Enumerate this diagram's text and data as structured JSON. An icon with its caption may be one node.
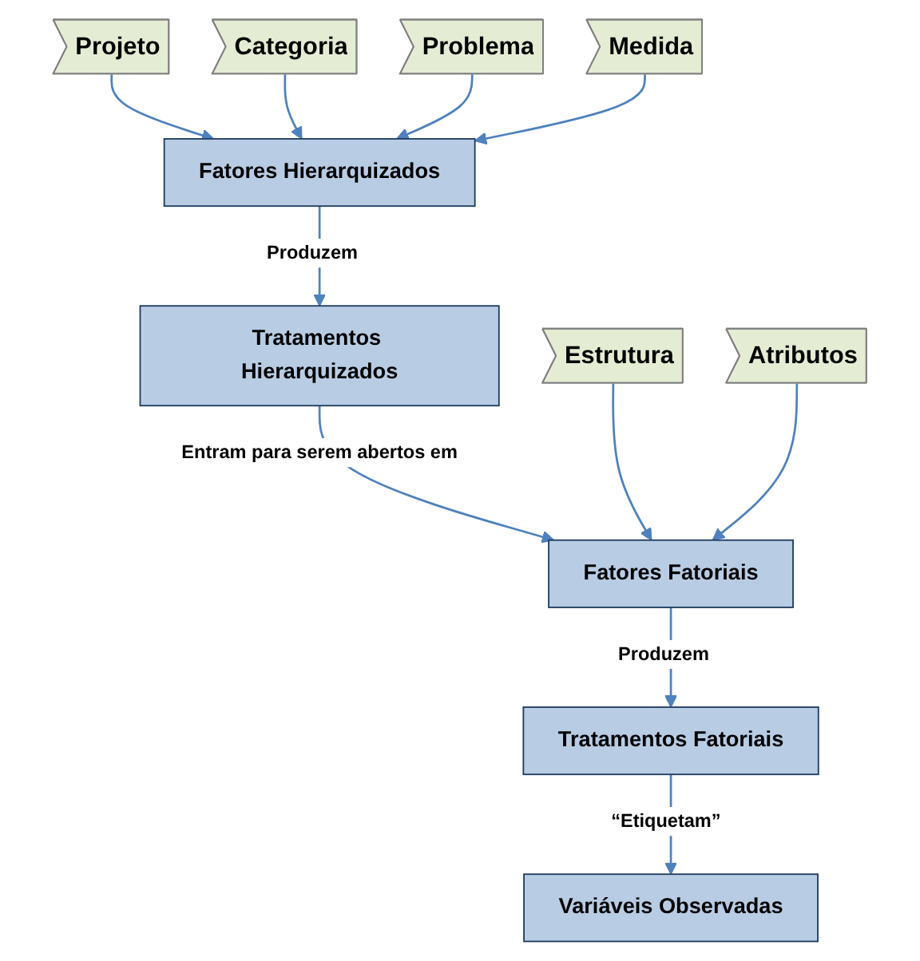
{
  "diagram": {
    "nodes": [
      {
        "text": [
          "Projeto"
        ]
      },
      {
        "text": [
          "Fatores Hierarquizados"
        ]
      },
      {
        "text": [
          "Categoria"
        ]
      },
      {
        "text": [
          "Problema"
        ]
      },
      {
        "text": [
          "Medida"
        ]
      },
      {
        "text": [
          "Tratamentos Hierarquizados"
        ]
      },
      {
        "text": [
          "Estrutura"
        ]
      },
      {
        "text": [
          "Fatores Fatoriais"
        ]
      },
      {
        "text": [
          "Atributos"
        ]
      },
      {
        "text": [
          "Tratamentos Fatoriais"
        ]
      },
      {
        "text": [
          "Variáveis Observadas"
        ]
      }
    ],
    "edges": [
      {
        "from": 0,
        "to": 1,
        "arrow": "to"
      },
      {
        "from": 2,
        "to": 1,
        "arrow": "to"
      },
      {
        "from": 3,
        "to": 1,
        "arrow": "to"
      },
      {
        "from": 4,
        "to": 1,
        "arrow": "to"
      },
      {
        "from": 1,
        "to": 5,
        "arrow": "to",
        "label": "Produzem"
      },
      {
        "from": 5,
        "to": 7,
        "arrow": "to",
        "label": "Entram para serem abertos em"
      },
      {
        "from": 6,
        "to": 7,
        "arrow": "to"
      },
      {
        "from": 8,
        "to": 7,
        "arrow": "to"
      },
      {
        "from": 7,
        "to": 9,
        "arrow": "to",
        "label": "Produzem"
      },
      {
        "from": 9,
        "to": 10,
        "arrow": "to",
        "label": "“Etiquetam”"
      }
    ]
  }
}
